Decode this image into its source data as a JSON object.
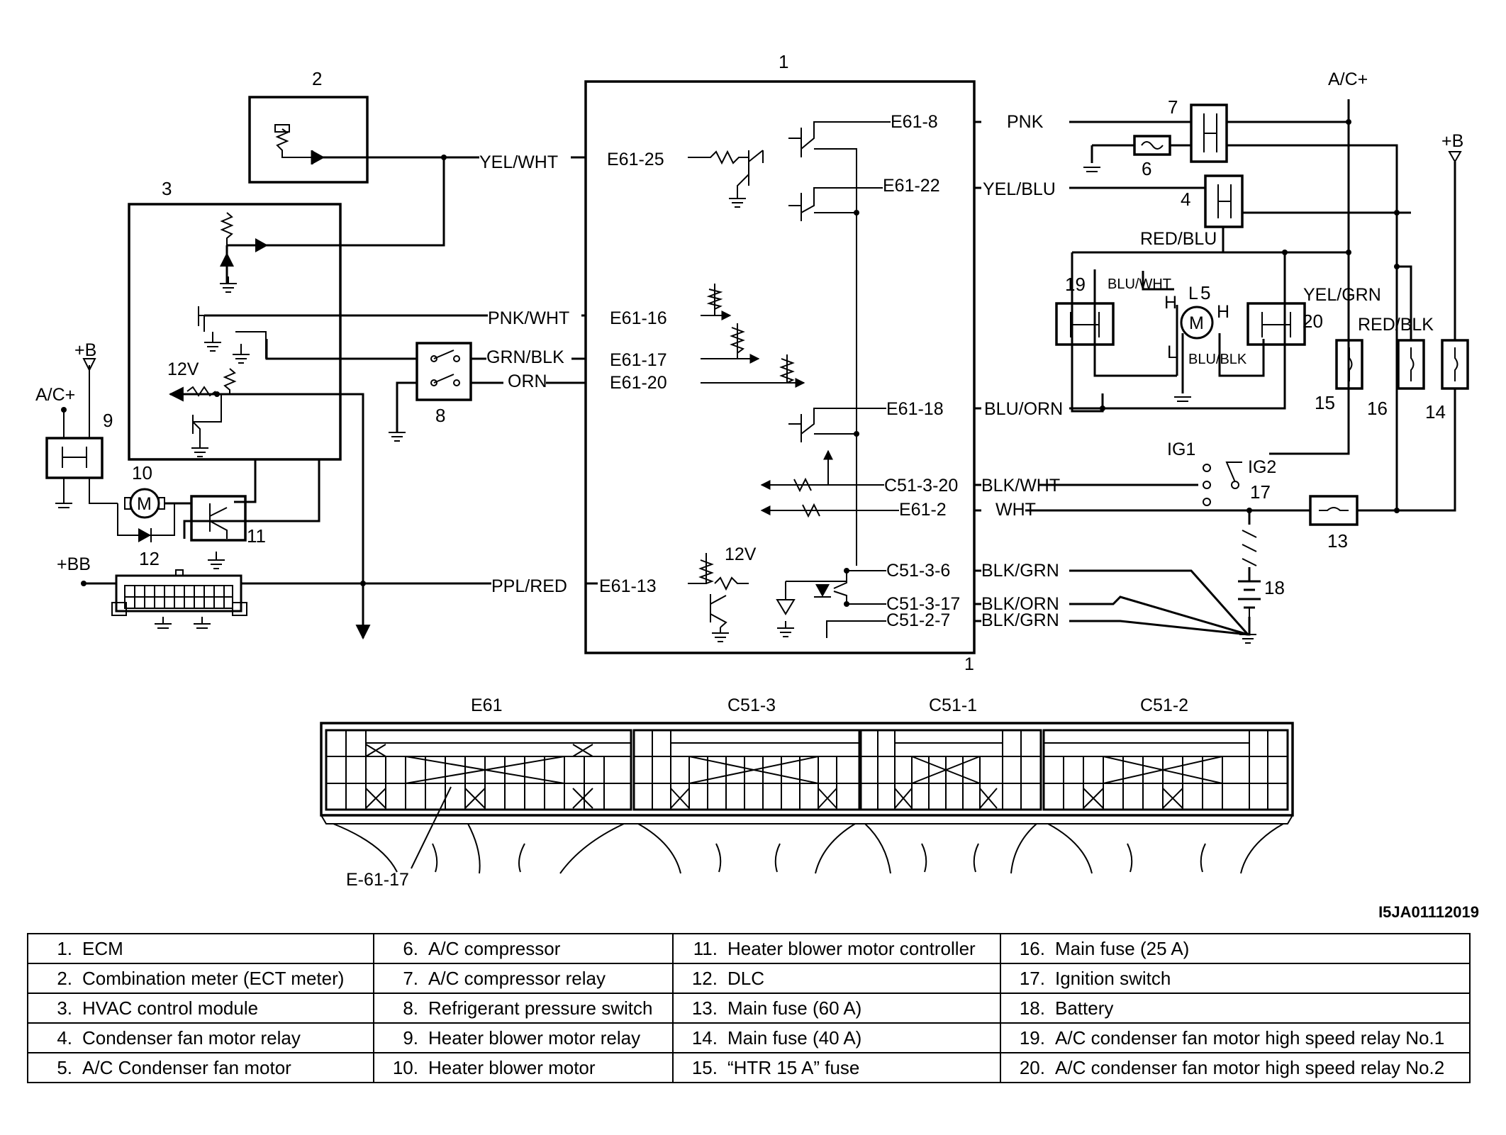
{
  "components": {
    "c1": "1",
    "c2": "2",
    "c3": "3",
    "c4": "4",
    "c5": "5",
    "c6": "6",
    "c7": "7",
    "c8": "8",
    "c9": "9",
    "c10": "10",
    "c11": "11",
    "c12": "12",
    "c13": "13",
    "c14": "14",
    "c15": "15",
    "c16": "16",
    "c17": "17",
    "c18": "18",
    "c19": "19",
    "c20": "20"
  },
  "power": {
    "ac_plus": "A/C+",
    "plus_b": "+B",
    "plus_bb": "+BB",
    "v12": "12V"
  },
  "terminals": {
    "e61_25": "E61-25",
    "e61_8": "E61-8",
    "e61_22": "E61-22",
    "e61_16": "E61-16",
    "e61_17": "E61-17",
    "e61_20": "E61-20",
    "e61_18": "E61-18",
    "c51_3_20": "C51-3-20",
    "e61_2": "E61-2",
    "e61_13": "E61-13",
    "c51_3_6": "C51-3-6",
    "c51_3_17": "C51-3-17",
    "c51_2_7": "C51-2-7"
  },
  "wires": {
    "yel_wht": "YEL/WHT",
    "pnk": "PNK",
    "yel_blu": "YEL/BLU",
    "red_blu": "RED/BLU",
    "pnk_wht": "PNK/WHT",
    "grn_blk": "GRN/BLK",
    "orn": "ORN",
    "blu_wht": "BLU/WHT",
    "blu_blk": "BLU/BLK",
    "yel_grn": "YEL/GRN",
    "red_blk": "RED/BLK",
    "blu_orn": "BLU/ORN",
    "blk_wht": "BLK/WHT",
    "wht": "WHT",
    "ppl_red": "PPL/RED",
    "blk_grn_1": "BLK/GRN",
    "blk_orn": "BLK/ORN",
    "blk_grn_2": "BLK/GRN"
  },
  "motor": {
    "symbol": "M",
    "h1": "H",
    "h2": "H",
    "l1": "L",
    "l2": "L"
  },
  "ignition": {
    "ig1": "IG1",
    "ig2": "IG2"
  },
  "connectors": {
    "e61": "E61",
    "c51_3": "C51-3",
    "c51_1": "C51-1",
    "c51_2": "C51-2",
    "callout": "E-61-17"
  },
  "figure_code": "I5JA01112019",
  "legend": [
    [
      {
        "n": "1.",
        "t": "ECM"
      },
      {
        "n": "6.",
        "t": "A/C compressor"
      },
      {
        "n": "11.",
        "t": "Heater blower motor controller"
      },
      {
        "n": "16.",
        "t": "Main fuse (25 A)"
      }
    ],
    [
      {
        "n": "2.",
        "t": "Combination meter (ECT meter)"
      },
      {
        "n": "7.",
        "t": "A/C compressor relay"
      },
      {
        "n": "12.",
        "t": "DLC"
      },
      {
        "n": "17.",
        "t": "Ignition switch"
      }
    ],
    [
      {
        "n": "3.",
        "t": "HVAC control module"
      },
      {
        "n": "8.",
        "t": "Refrigerant pressure switch"
      },
      {
        "n": "13.",
        "t": "Main fuse (60 A)"
      },
      {
        "n": "18.",
        "t": "Battery"
      }
    ],
    [
      {
        "n": "4.",
        "t": "Condenser fan motor relay"
      },
      {
        "n": "9.",
        "t": "Heater blower motor relay"
      },
      {
        "n": "14.",
        "t": "Main fuse (40 A)"
      },
      {
        "n": "19.",
        "t": "A/C condenser fan motor high speed relay No.1"
      }
    ],
    [
      {
        "n": "5.",
        "t": "A/C Condenser fan motor"
      },
      {
        "n": "10.",
        "t": "Heater blower motor"
      },
      {
        "n": "15.",
        "t": "“HTR 15 A” fuse"
      },
      {
        "n": "20.",
        "t": "A/C condenser fan motor high speed relay No.2"
      }
    ]
  ]
}
